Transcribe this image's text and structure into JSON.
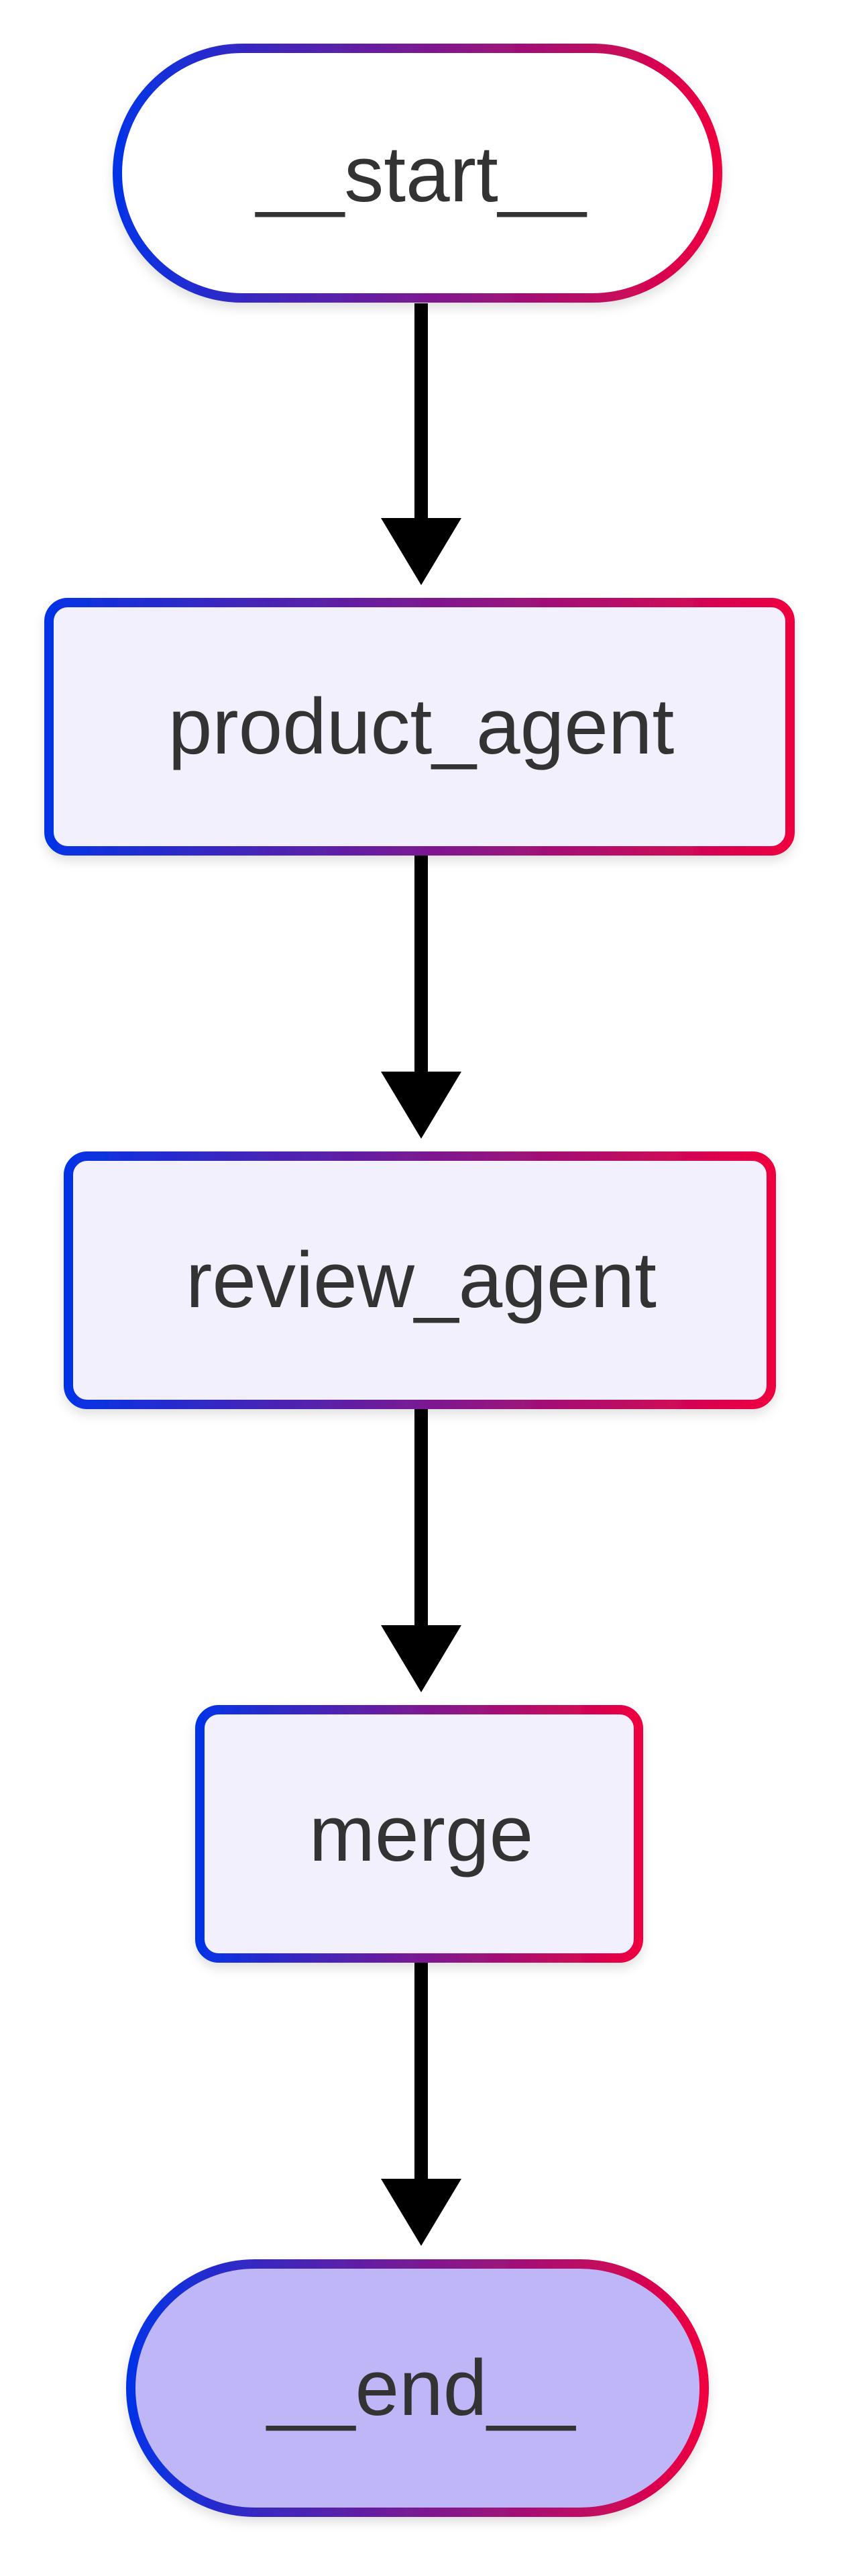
{
  "diagram": {
    "type": "flowchart",
    "direction": "top-to-bottom",
    "colors": {
      "border_gradient_start": "#0433e6",
      "border_gradient_end": "#ee0040",
      "process_fill": "#f2f0fc",
      "terminal_start_fill": "#ffffff",
      "terminal_end_fill": "#bfb6f8",
      "edge": "#000000",
      "label_text": "#333333"
    },
    "nodes": [
      {
        "id": "start",
        "label": "__start__",
        "shape": "terminal"
      },
      {
        "id": "product_agent",
        "label": "product_agent",
        "shape": "process"
      },
      {
        "id": "review_agent",
        "label": "review_agent",
        "shape": "process"
      },
      {
        "id": "merge",
        "label": "merge",
        "shape": "process"
      },
      {
        "id": "end",
        "label": "__end__",
        "shape": "terminal"
      }
    ],
    "edges": [
      {
        "from": "start",
        "to": "product_agent"
      },
      {
        "from": "product_agent",
        "to": "review_agent"
      },
      {
        "from": "review_agent",
        "to": "merge"
      },
      {
        "from": "merge",
        "to": "end"
      }
    ]
  }
}
